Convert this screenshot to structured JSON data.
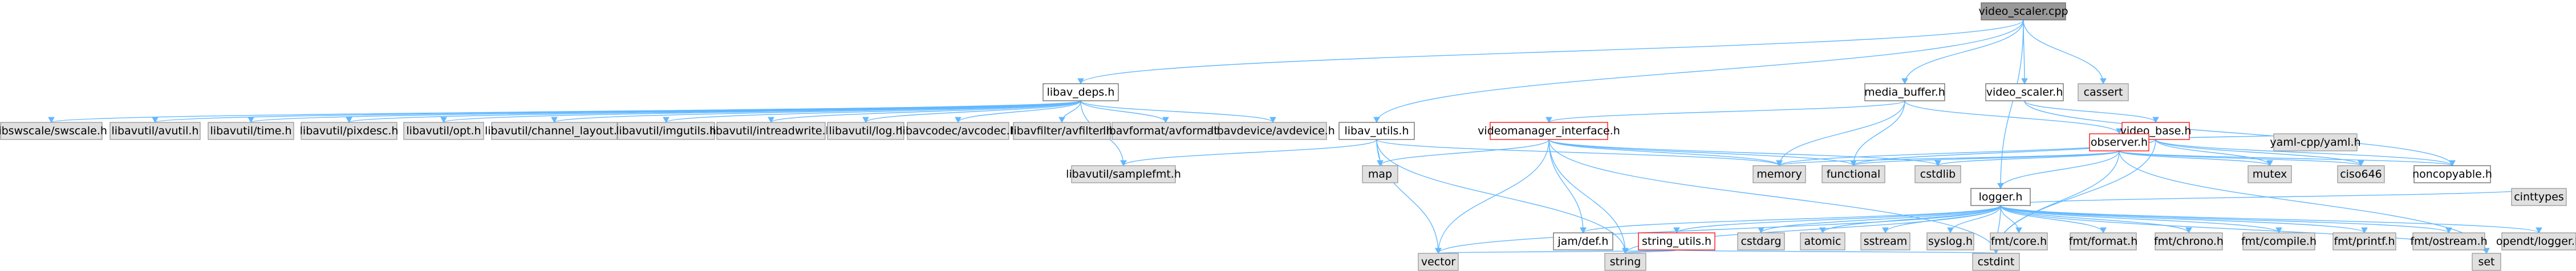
{
  "nodes": [
    {
      "id": "video_scaler_cpp",
      "label": "video_scaler.cpp",
      "kind": "root"
    },
    {
      "id": "libav_deps_h",
      "label": "libav_deps.h",
      "kind": "header"
    },
    {
      "id": "media_buffer_h",
      "label": "media_buffer.h",
      "kind": "header"
    },
    {
      "id": "video_scaler_h",
      "label": "video_scaler.h",
      "kind": "header"
    },
    {
      "id": "cassert",
      "label": "cassert",
      "kind": "system"
    },
    {
      "id": "libswscale_swscale_h",
      "label": "libswscale/swscale.h",
      "kind": "system"
    },
    {
      "id": "libavutil_avutil_h",
      "label": "libavutil/avutil.h",
      "kind": "system"
    },
    {
      "id": "libavutil_time_h",
      "label": "libavutil/time.h",
      "kind": "system"
    },
    {
      "id": "libavutil_pixdesc_h",
      "label": "libavutil/pixdesc.h",
      "kind": "system"
    },
    {
      "id": "libavutil_opt_h",
      "label": "libavutil/opt.h",
      "kind": "system"
    },
    {
      "id": "libavutil_channel_layout_h",
      "label": "libavutil/channel_layout.h",
      "kind": "system"
    },
    {
      "id": "libavutil_imgutils_h",
      "label": "libavutil/imgutils.h",
      "kind": "system"
    },
    {
      "id": "libavutil_intreadwrite_h",
      "label": "libavutil/intreadwrite.h",
      "kind": "system"
    },
    {
      "id": "libavutil_log_h",
      "label": "libavutil/log.h",
      "kind": "system"
    },
    {
      "id": "libavcodec_avcodec_h",
      "label": "libavcodec/avcodec.h",
      "kind": "system"
    },
    {
      "id": "libavfilter_avfilter_h",
      "label": "libavfilter/avfilter.h",
      "kind": "system"
    },
    {
      "id": "libavformat_avformat_h",
      "label": "libavformat/avformat.h",
      "kind": "system"
    },
    {
      "id": "libavdevice_avdevice_h",
      "label": "libavdevice/avdevice.h",
      "kind": "system"
    },
    {
      "id": "libav_utils_h",
      "label": "libav_utils.h",
      "kind": "header"
    },
    {
      "id": "libavutil_samplefmt_h",
      "label": "libavutil/samplefmt.h",
      "kind": "system"
    },
    {
      "id": "map",
      "label": "map",
      "kind": "system"
    },
    {
      "id": "videomanager_interface_h",
      "label": "videomanager_interface.h",
      "kind": "header-red"
    },
    {
      "id": "memory",
      "label": "memory",
      "kind": "system"
    },
    {
      "id": "functional",
      "label": "functional",
      "kind": "system"
    },
    {
      "id": "cstdlib",
      "label": "cstdlib",
      "kind": "system"
    },
    {
      "id": "video_base_h",
      "label": "video_base.h",
      "kind": "header-red"
    },
    {
      "id": "observer_h",
      "label": "observer.h",
      "kind": "header-red"
    },
    {
      "id": "logger_h",
      "label": "logger.h",
      "kind": "header"
    },
    {
      "id": "yaml_cpp_h",
      "label": "yaml-cpp/yaml.h",
      "kind": "system"
    },
    {
      "id": "mutex",
      "label": "mutex",
      "kind": "system"
    },
    {
      "id": "cts646",
      "label": "ciso646",
      "kind": "system"
    },
    {
      "id": "noncopyable_h",
      "label": "noncopyable.h",
      "kind": "header"
    },
    {
      "id": "jsondef_h",
      "label": "jam/def.h",
      "kind": "header"
    },
    {
      "id": "string_utils_h",
      "label": "string_utils.h",
      "kind": "header-red"
    },
    {
      "id": "cstdarg",
      "label": "cstdarg",
      "kind": "system"
    },
    {
      "id": "atomic",
      "label": "atomic",
      "kind": "system"
    },
    {
      "id": "sstream",
      "label": "sstream",
      "kind": "system"
    },
    {
      "id": "syslog_h",
      "label": "syslog.h",
      "kind": "system"
    },
    {
      "id": "fmt_core_h",
      "label": "fmt/core.h",
      "kind": "system"
    },
    {
      "id": "fmt_format_h",
      "label": "fmt/format.h",
      "kind": "system"
    },
    {
      "id": "fmt_chrono_h",
      "label": "fmt/chrono.h",
      "kind": "system"
    },
    {
      "id": "fmt_compile_h",
      "label": "fmt/compile.h",
      "kind": "system"
    },
    {
      "id": "fmt_printf_h",
      "label": "fmt/printf.h",
      "kind": "system"
    },
    {
      "id": "fmt_ostream_h",
      "label": "fmt/ostream.h",
      "kind": "system"
    },
    {
      "id": "opendtlogger_h",
      "label": "opendt/logger.h",
      "kind": "system"
    },
    {
      "id": "cinttypes",
      "label": "cinttypes",
      "kind": "system"
    },
    {
      "id": "vector",
      "label": "vector",
      "kind": "system"
    },
    {
      "id": "string",
      "label": "string",
      "kind": "system"
    },
    {
      "id": "cstdint",
      "label": "cstdint",
      "kind": "system"
    },
    {
      "id": "set",
      "label": "set",
      "kind": "system"
    }
  ],
  "edges": [
    [
      "video_scaler_cpp",
      "libav_deps_h"
    ],
    [
      "video_scaler_cpp",
      "media_buffer_h"
    ],
    [
      "video_scaler_cpp",
      "video_scaler_h"
    ],
    [
      "video_scaler_cpp",
      "cassert"
    ],
    [
      "video_scaler_cpp",
      "logger_h"
    ],
    [
      "video_scaler_cpp",
      "libav_utils_h"
    ],
    [
      "libav_deps_h",
      "libswscale_swscale_h"
    ],
    [
      "libav_deps_h",
      "libavutil_avutil_h"
    ],
    [
      "libav_deps_h",
      "libavutil_time_h"
    ],
    [
      "libav_deps_h",
      "libavutil_pixdesc_h"
    ],
    [
      "libav_deps_h",
      "libavutil_opt_h"
    ],
    [
      "libav_deps_h",
      "libavutil_channel_layout_h"
    ],
    [
      "libav_deps_h",
      "libavutil_imgutils_h"
    ],
    [
      "libav_deps_h",
      "libavutil_intreadwrite_h"
    ],
    [
      "libav_deps_h",
      "libavutil_log_h"
    ],
    [
      "libav_deps_h",
      "libavutil_samplefmt_h"
    ],
    [
      "libav_deps_h",
      "libavcodec_avcodec_h"
    ],
    [
      "libav_deps_h",
      "libavfilter_avfilter_h"
    ],
    [
      "libav_deps_h",
      "libavformat_avformat_h"
    ],
    [
      "libav_deps_h",
      "libavdevice_avdevice_h"
    ],
    [
      "libav_utils_h",
      "libavutil_samplefmt_h"
    ],
    [
      "libav_utils_h",
      "map"
    ],
    [
      "libav_utils_h",
      "memory"
    ],
    [
      "libav_utils_h",
      "vector"
    ],
    [
      "libav_utils_h",
      "string"
    ],
    [
      "media_buffer_h",
      "videomanager_interface_h"
    ],
    [
      "media_buffer_h",
      "memory"
    ],
    [
      "media_buffer_h",
      "functional"
    ],
    [
      "media_buffer_h",
      "observer_h"
    ],
    [
      "video_scaler_h",
      "video_base_h"
    ],
    [
      "video_scaler_h",
      "noncopyable_h"
    ],
    [
      "video_base_h",
      "observer_h"
    ],
    [
      "video_base_h",
      "yaml_cpp_h"
    ],
    [
      "video_base_h",
      "noncopyable_h"
    ],
    [
      "video_base_h",
      "mutex"
    ],
    [
      "video_base_h",
      "cts646"
    ],
    [
      "video_base_h",
      "memory"
    ],
    [
      "video_base_h",
      "functional"
    ],
    [
      "video_base_h",
      "cstdint"
    ],
    [
      "videomanager_interface_h",
      "map"
    ],
    [
      "videomanager_interface_h",
      "memory"
    ],
    [
      "videomanager_interface_h",
      "functional"
    ],
    [
      "videomanager_interface_h",
      "cstdlib"
    ],
    [
      "videomanager_interface_h",
      "jsondef_h"
    ],
    [
      "videomanager_interface_h",
      "vector"
    ],
    [
      "videomanager_interface_h",
      "string"
    ],
    [
      "videomanager_interface_h",
      "cstdint"
    ],
    [
      "observer_h",
      "functional"
    ],
    [
      "observer_h",
      "memory"
    ],
    [
      "observer_h",
      "mutex"
    ],
    [
      "observer_h",
      "cts646"
    ],
    [
      "observer_h",
      "noncopyable_h"
    ],
    [
      "observer_h",
      "logger_h"
    ],
    [
      "observer_h",
      "set"
    ],
    [
      "observer_h",
      "cstdint"
    ],
    [
      "observer_h",
      "cstdlib"
    ],
    [
      "logger_h",
      "jsondef_h"
    ],
    [
      "logger_h",
      "string_utils_h"
    ],
    [
      "logger_h",
      "cstdarg"
    ],
    [
      "logger_h",
      "atomic"
    ],
    [
      "logger_h",
      "sstream"
    ],
    [
      "logger_h",
      "syslog_h"
    ],
    [
      "logger_h",
      "fmt_core_h"
    ],
    [
      "logger_h",
      "fmt_format_h"
    ],
    [
      "logger_h",
      "fmt_chrono_h"
    ],
    [
      "logger_h",
      "fmt_compile_h"
    ],
    [
      "logger_h",
      "fmt_printf_h"
    ],
    [
      "logger_h",
      "fmt_ostream_h"
    ],
    [
      "logger_h",
      "opendtlogger_h"
    ],
    [
      "logger_h",
      "cinttypes"
    ],
    [
      "logger_h",
      "string"
    ],
    [
      "logger_h",
      "cstdint"
    ],
    [
      "logger_h",
      "set"
    ],
    [
      "logger_h",
      "vector"
    ],
    [
      "string_utils_h",
      "vector"
    ],
    [
      "string_utils_h",
      "string"
    ],
    [
      "string_utils_h",
      "cstdint"
    ]
  ],
  "colors": {
    "edge": "#63b8ff",
    "root_fill": "#999999",
    "root_stroke": "#666666",
    "header_fill": "#ffffff",
    "header_stroke": "#666666",
    "header_red_stroke": "#ff0000",
    "system_fill": "#e0e0e0",
    "system_stroke": "#999999"
  }
}
